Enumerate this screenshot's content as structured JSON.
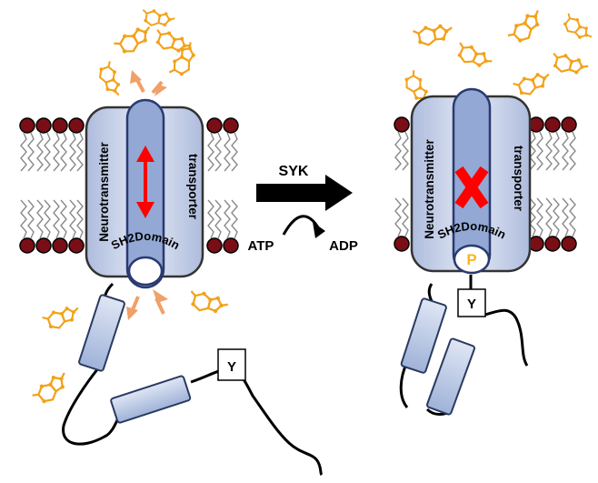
{
  "labels": {
    "enzyme": "SYK",
    "substrate": "ATP",
    "product": "ADP",
    "protein_left": "Neurotransmitter",
    "protein_right": "transporter",
    "domain": "SH2Domain",
    "phospho": "P",
    "tyrosine": "Y"
  },
  "colors": {
    "lipid_head": "#7a0e16",
    "membrane_protein": "#c8d3ea",
    "channel": "#93a8d4",
    "molecule": "#f2a21a",
    "transport_arrow": "#ff0000",
    "flow_arrow": "#f0a068",
    "phospho_fill": "#f7b716"
  },
  "states": [
    {
      "name": "before-phosphorylation",
      "channel": "open"
    },
    {
      "name": "after-phosphorylation",
      "channel": "blocked"
    }
  ]
}
